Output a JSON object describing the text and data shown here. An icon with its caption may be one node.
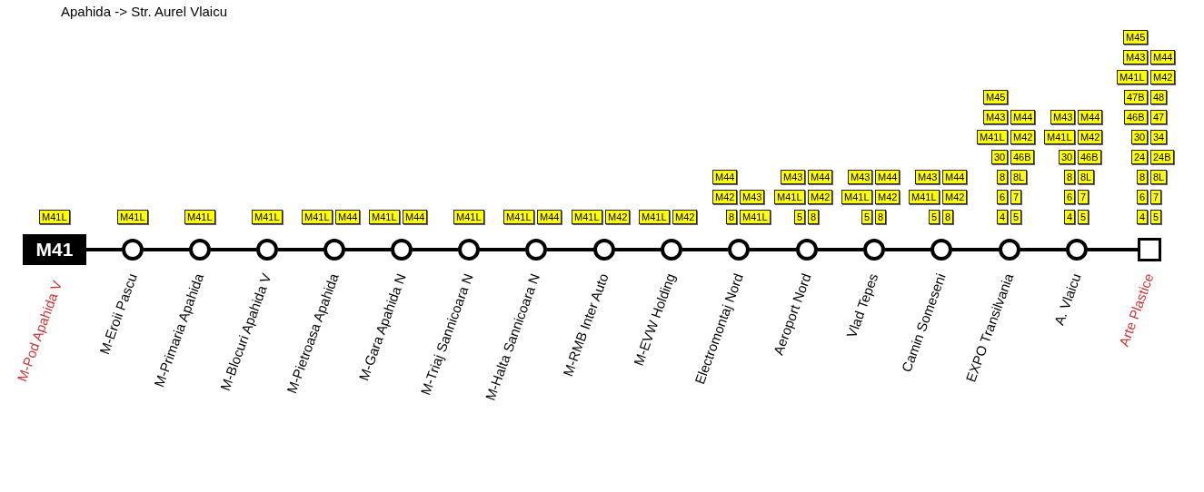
{
  "diagram": {
    "title": "Apahida -> Str. Aurel Vlaicu",
    "nodes": [
      {
        "text": [
          "M41",
          "M-Pod Apahida V"
        ],
        "beside": [
          "M41L"
        ]
      },
      {
        "text": [
          "M-Eroii Pascu"
        ],
        "beside": [
          "M41L"
        ]
      },
      {
        "text": [
          "M-Primaria Apahida"
        ],
        "beside": [
          "M41L"
        ]
      },
      {
        "text": [
          "M-Blocuri Apahida V"
        ],
        "beside": [
          "M41L"
        ]
      },
      {
        "text": [
          "M-Pietroasa Apahida"
        ],
        "beside": [
          "M41L",
          "M44"
        ]
      },
      {
        "text": [
          "M-Gara Apahida N"
        ],
        "beside": [
          "M41L",
          "M44"
        ]
      },
      {
        "text": [
          "M-Triaj Sannicoara N"
        ],
        "beside": [
          "M41L"
        ]
      },
      {
        "text": [
          "M-Halta Sannicoara N"
        ],
        "beside": [
          "M41L",
          "M44"
        ]
      },
      {
        "text": [
          "M-RMB Inter Auto"
        ],
        "beside": [
          "M41L",
          "M42"
        ]
      },
      {
        "text": [
          "M-EVW Holding"
        ],
        "beside": [
          "M41L",
          "M42"
        ]
      },
      {
        "text": [
          "Electromontaj Nord"
        ],
        "beside": [
          "M44",
          "M42",
          "M43",
          "8",
          "M41L"
        ]
      },
      {
        "text": [
          "Aeroport Nord"
        ],
        "beside": [
          "M43",
          "M44",
          "M41L",
          "M42",
          "5",
          "8"
        ]
      },
      {
        "text": [
          "Vlad Tepes"
        ],
        "beside": [
          "M43",
          "M44",
          "M41L",
          "M42",
          "5",
          "8"
        ]
      },
      {
        "text": [
          "Camin Someseni"
        ],
        "beside": [
          "M43",
          "M44",
          "M41L",
          "M42",
          "5",
          "8"
        ]
      },
      {
        "text": [
          "EXPO Transilvania"
        ],
        "beside": [
          "M45",
          "M43",
          "M44",
          "M41L",
          "M42",
          "30",
          "46B",
          "8",
          "8L",
          "6",
          "7",
          "4",
          "5"
        ]
      },
      {
        "text": [
          "A. Vlaicu"
        ],
        "beside": [
          "M43",
          "M44",
          "M41L",
          "M42",
          "30",
          "46B",
          "8",
          "8L",
          "6",
          "7",
          "4",
          "5"
        ]
      },
      {
        "text": [
          "Arte Plastice"
        ],
        "beside": [
          "M45",
          "M43",
          "M44",
          "M41L",
          "M42",
          "47B",
          "48",
          "46B",
          "47",
          "30",
          "34",
          "24",
          "24B",
          "8",
          "8L",
          "6",
          "7",
          "4",
          "5"
        ]
      }
    ],
    "edges": [
      {
        "from": 0,
        "to": 1,
        "arrow": "none"
      },
      {
        "from": 1,
        "to": 2,
        "arrow": "none"
      },
      {
        "from": 2,
        "to": 3,
        "arrow": "none"
      },
      {
        "from": 3,
        "to": 4,
        "arrow": "none"
      },
      {
        "from": 4,
        "to": 5,
        "arrow": "none"
      },
      {
        "from": 5,
        "to": 6,
        "arrow": "none"
      },
      {
        "from": 6,
        "to": 7,
        "arrow": "none"
      },
      {
        "from": 7,
        "to": 8,
        "arrow": "none"
      },
      {
        "from": 8,
        "to": 9,
        "arrow": "none"
      },
      {
        "from": 9,
        "to": 10,
        "arrow": "none"
      },
      {
        "from": 10,
        "to": 11,
        "arrow": "none"
      },
      {
        "from": 11,
        "to": 12,
        "arrow": "none"
      },
      {
        "from": 12,
        "to": 13,
        "arrow": "none"
      },
      {
        "from": 13,
        "to": 14,
        "arrow": "none"
      },
      {
        "from": 14,
        "to": 15,
        "arrow": "none"
      },
      {
        "from": 15,
        "to": 16,
        "arrow": "none"
      }
    ]
  }
}
